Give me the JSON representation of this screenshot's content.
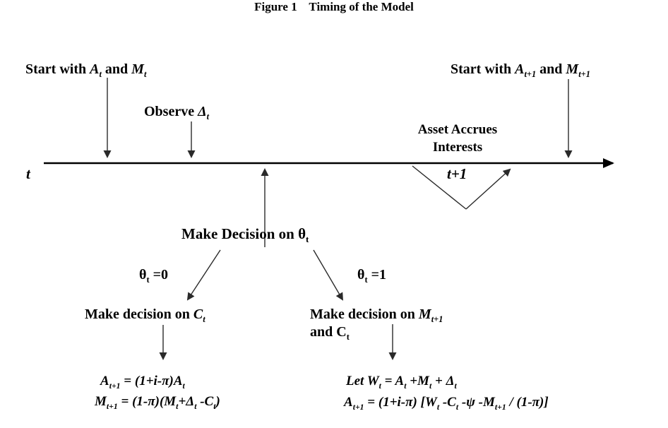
{
  "figure": {
    "title": "Figure 1    Timing of the Model"
  },
  "timeline": {
    "t_label": "*t*",
    "t_plus_1_label": "*t+1*",
    "start_t": "Start with *A~t~* and *M~t~*",
    "observe": "Observe *Δ~t~*",
    "start_t_plus_1": "Start with *A~t+1~* and *M~t+1~*",
    "asset_accrues": "Asset Accrues\nInterests"
  },
  "decision": {
    "root": "Make Decision on θ~t~",
    "left_branch": {
      "condition": "θ~t~ =0",
      "action": "Make decision on *C~t~*",
      "formula_1": "*A~t+1~ = (1+i-π)A~t~*",
      "formula_2": "*M~t+1~ = (1-π)(M~t~+Δ~t~ -C~t~)*"
    },
    "right_branch": {
      "condition": "θ~t~ =1",
      "action": "Make decision on *M~t+1~*\nand C~t~",
      "formula_1": "*Let W~t~ = A~t~ +M~t~ + Δ~t~*",
      "formula_2": "*A~t+1~ = (1+i-π) [W~t~ -C~t~ -ψ -M~t+1~ / (1-π)]*"
    }
  },
  "colors": {
    "background": "#ffffff",
    "ink": "#000000",
    "arrow": "#2a2a2a"
  }
}
